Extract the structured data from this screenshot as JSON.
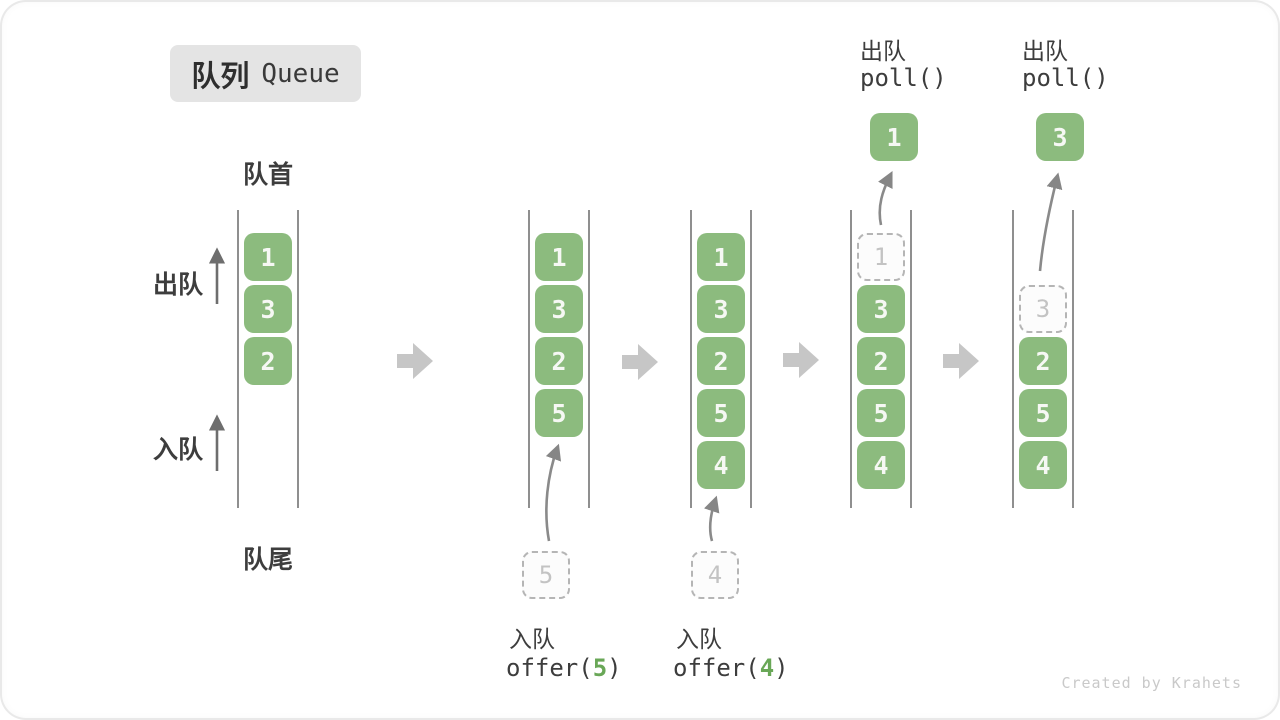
{
  "title": {
    "zh": "队列",
    "en": "Queue"
  },
  "labels": {
    "front": "队首",
    "rear": "队尾",
    "dequeue_side": "出队",
    "enqueue_side": "入队"
  },
  "states": [
    {
      "boxes": [
        "1",
        "3",
        "2"
      ]
    },
    {
      "boxes": [
        "1",
        "3",
        "2",
        "5"
      ],
      "incoming": "5"
    },
    {
      "boxes": [
        "1",
        "3",
        "2",
        "5",
        "4"
      ],
      "incoming": "4"
    },
    {
      "removed": "1",
      "ghost": "1",
      "boxes": [
        "3",
        "2",
        "5",
        "4"
      ]
    },
    {
      "removed": "3",
      "ghost": "3",
      "boxes": [
        "2",
        "5",
        "4"
      ]
    }
  ],
  "operations": {
    "enqueue_5": {
      "label": "入队",
      "fn": "offer(",
      "arg": "5",
      "close": ")"
    },
    "enqueue_4": {
      "label": "入队",
      "fn": "offer(",
      "arg": "4",
      "close": ")"
    },
    "poll_1": {
      "label": "出队",
      "fn": "poll()"
    },
    "poll_2": {
      "label": "出队",
      "fn": "poll()"
    }
  },
  "watermark": "Created by Krahets",
  "colors": {
    "box_green": "#8CBB7E",
    "code_arg_green": "#69A757",
    "block_arrow_gray": "#C6C6C6",
    "rail_gray": "#8F8F8F",
    "title_bg": "#E4E4E4"
  }
}
